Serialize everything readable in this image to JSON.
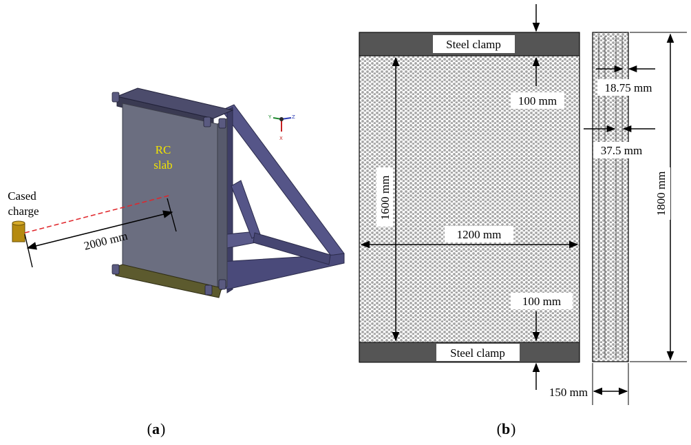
{
  "panel_a": {
    "caption_open": "(",
    "caption_letter": "a",
    "caption_close": ")",
    "slab_label_line1": "RC",
    "slab_label_line2": "slab",
    "charge_label_line1": "Cased",
    "charge_label_line2": "charge",
    "distance_label": "2000 mm",
    "axis_triad": {
      "y": "Y",
      "z": "Z",
      "x": "X"
    },
    "colors": {
      "slab_face": "#6b6e80",
      "frame": "#4a4a78",
      "base_plate": "#5c5a2e",
      "charge": "#b58a10",
      "label": "#f2e400",
      "standoff_line": "#e0262b"
    }
  },
  "panel_b": {
    "caption_open": "(",
    "caption_letter": "b",
    "caption_close": ")",
    "clamp_top_label": "Steel clamp",
    "clamp_bottom_label": "Steel clamp",
    "dim_top_offset": "100 mm",
    "dim_bottom_offset": "100 mm",
    "dim_height_inner": "1600 mm",
    "dim_width": "1200 mm",
    "dim_height_total": "1800 mm",
    "dim_cover": "18.75 mm",
    "dim_rebar_spacing": "37.5 mm",
    "dim_thickness": "150 mm",
    "colors": {
      "clamp": "#555555",
      "hatch_dot": "#9a9a9a"
    }
  }
}
